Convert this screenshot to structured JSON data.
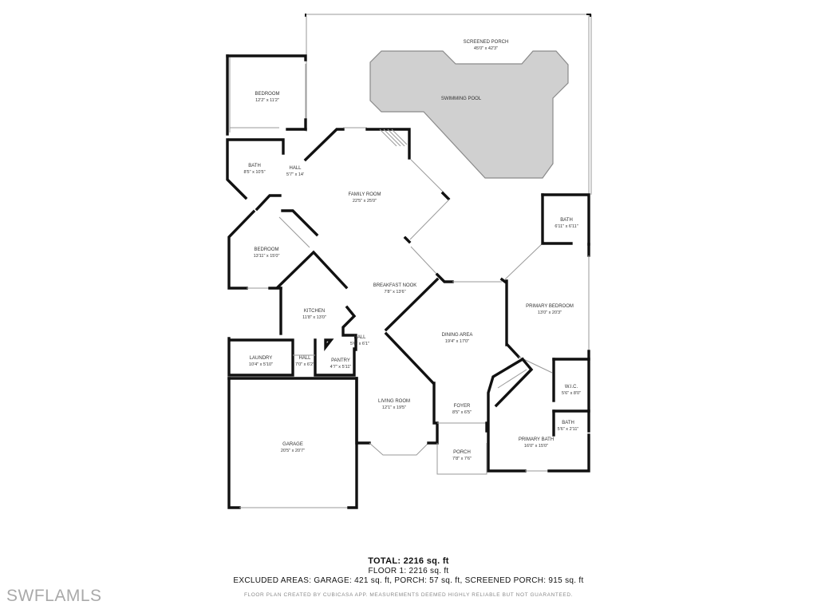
{
  "rooms": [
    {
      "id": "screened-porch",
      "name": "SCREENED PORCH",
      "dims": "45'0\" x 42'3\""
    },
    {
      "id": "swimming-pool",
      "name": "SWIMMING POOL",
      "dims": ""
    },
    {
      "id": "bedroom-1",
      "name": "BEDROOM",
      "dims": "12'2\" x 11'2\""
    },
    {
      "id": "bath-1",
      "name": "BATH",
      "dims": "8'5\" x 10'5\""
    },
    {
      "id": "hall-1",
      "name": "HALL",
      "dims": "5'7\" x 14'"
    },
    {
      "id": "family-room",
      "name": "FAMILY ROOM",
      "dims": "22'5\" x 25'0\""
    },
    {
      "id": "bath-2",
      "name": "BATH",
      "dims": "6'11\" x 6'11\""
    },
    {
      "id": "bedroom-2",
      "name": "BEDROOM",
      "dims": "13'11\" x 15'0\""
    },
    {
      "id": "breakfast-nook",
      "name": "BREAKFAST NOOK",
      "dims": "7'8\" x 13'6\""
    },
    {
      "id": "primary-bedroom",
      "name": "PRIMARY BEDROOM",
      "dims": "13'0\" x 20'3\""
    },
    {
      "id": "kitchen",
      "name": "KITCHEN",
      "dims": "11'8\" x 13'0\""
    },
    {
      "id": "hall-2",
      "name": "HALL",
      "dims": "5'6\" x 6'1\""
    },
    {
      "id": "dining-area",
      "name": "DINING AREA",
      "dims": "19'4\" x 17'0\""
    },
    {
      "id": "laundry",
      "name": "LAUNDRY",
      "dims": "10'4\" x 5'10\""
    },
    {
      "id": "hall-3",
      "name": "HALL",
      "dims": "7'0\" x 6'2\""
    },
    {
      "id": "pantry",
      "name": "PANTRY",
      "dims": "4'7\" x 5'11\""
    },
    {
      "id": "wic",
      "name": "W.I.C.",
      "dims": "5'6\" x 8'0\""
    },
    {
      "id": "living-room",
      "name": "LIVING ROOM",
      "dims": "12'1\" x 19'5\""
    },
    {
      "id": "foyer",
      "name": "FOYER",
      "dims": "8'5\" x 6'5\""
    },
    {
      "id": "bath-3",
      "name": "BATH",
      "dims": "5'6\" x 2'11\""
    },
    {
      "id": "primary-bath",
      "name": "PRIMARY BATH",
      "dims": "16'0\" x 15'0\""
    },
    {
      "id": "garage",
      "name": "GARAGE",
      "dims": "20'5\" x 20'7\""
    },
    {
      "id": "porch",
      "name": "PORCH",
      "dims": "7'8\" x 7'6\""
    }
  ],
  "summary": {
    "total": "TOTAL: 2216 sq. ft",
    "floor": "FLOOR 1: 2216 sq. ft",
    "excluded": "EXCLUDED AREAS: GARAGE: 421 sq. ft, PORCH: 57 sq. ft, SCREENED PORCH: 915 sq. ft",
    "disclaimer": "FLOOR PLAN CREATED BY CUBICASA APP. MEASUREMENTS DEEMED HIGHLY RELIABLE BUT NOT GUARANTEED."
  },
  "watermark": "SWFLAMLS",
  "colors": {
    "wall": "#111111",
    "pool": "#d0d0d0",
    "outline": "#9a9a9a",
    "watermark": "#a9a9a9"
  }
}
